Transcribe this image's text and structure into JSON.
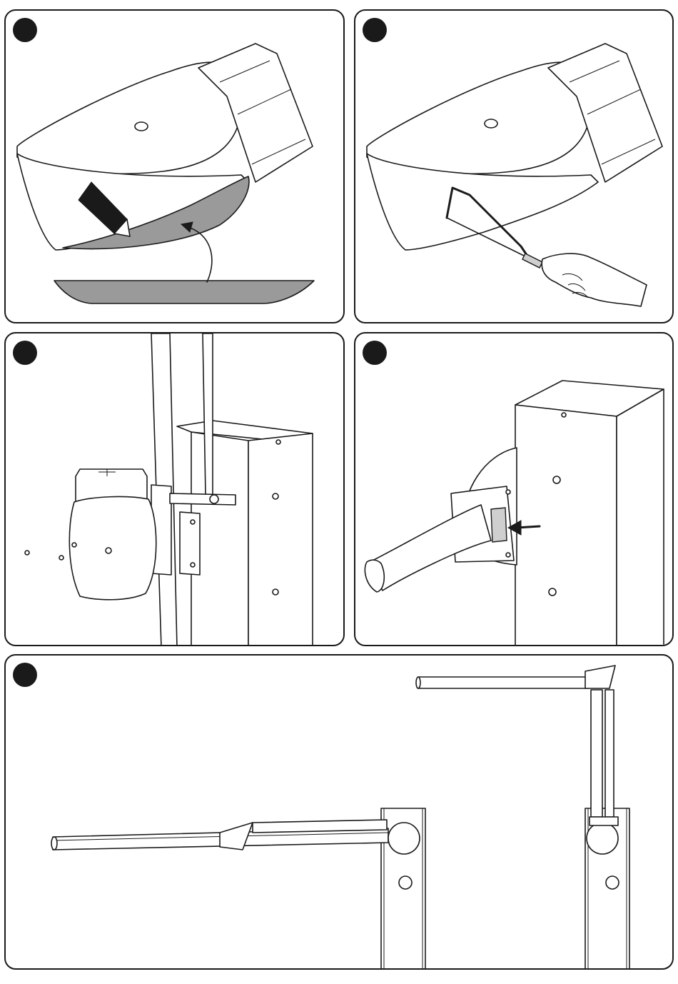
{
  "steps": [
    {
      "id": 1,
      "marker": "",
      "depicts": "template-icon"
    },
    {
      "id": 2,
      "marker": "",
      "depicts": "hacksaw-icon"
    },
    {
      "id": 3,
      "marker": "",
      "depicts": "cover-mount-icon"
    },
    {
      "id": 4,
      "marker": "",
      "depicts": "arrow-icon"
    },
    {
      "id": 5,
      "marker": "",
      "depicts": "boom-positions-icon"
    }
  ],
  "colors": {
    "line": "#1a1a1a",
    "shade": "#9a9a9a",
    "light_shade": "#cfcfcf",
    "background": "#ffffff"
  }
}
